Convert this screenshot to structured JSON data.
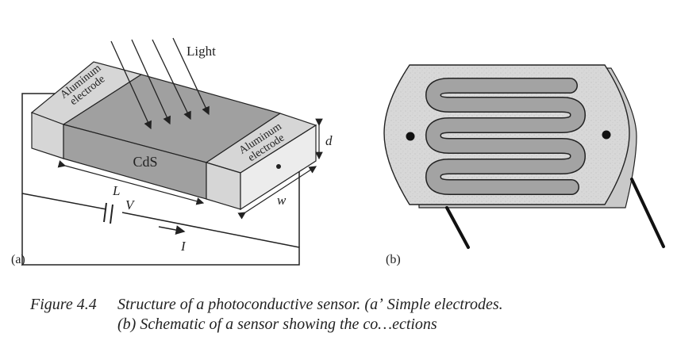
{
  "figure": {
    "panel_a": {
      "tag": "(a)",
      "light": "Light",
      "electrode_left": [
        "Aluminum",
        "electrode"
      ],
      "electrode_right": [
        "Aluminum",
        "electrode"
      ],
      "material": "CdS",
      "dim_d": "d",
      "dim_L": "L",
      "dim_w": "w",
      "voltage": "V",
      "current": "I"
    },
    "panel_b": {
      "tag": "(b)"
    },
    "colors": {
      "cds_dark": "#a0a0a0",
      "electrode_light": "#d6d6d6",
      "disc": "#d9d9d9",
      "pattern": "#a3a3a3",
      "line": "#222222"
    }
  },
  "caption": {
    "label": "Figure 4.4",
    "line1": "Structure of a photoconductive sensor. (aʼ Simple electrodes.",
    "line2": "(b) Schematic of a sensor showing the co…ections"
  }
}
